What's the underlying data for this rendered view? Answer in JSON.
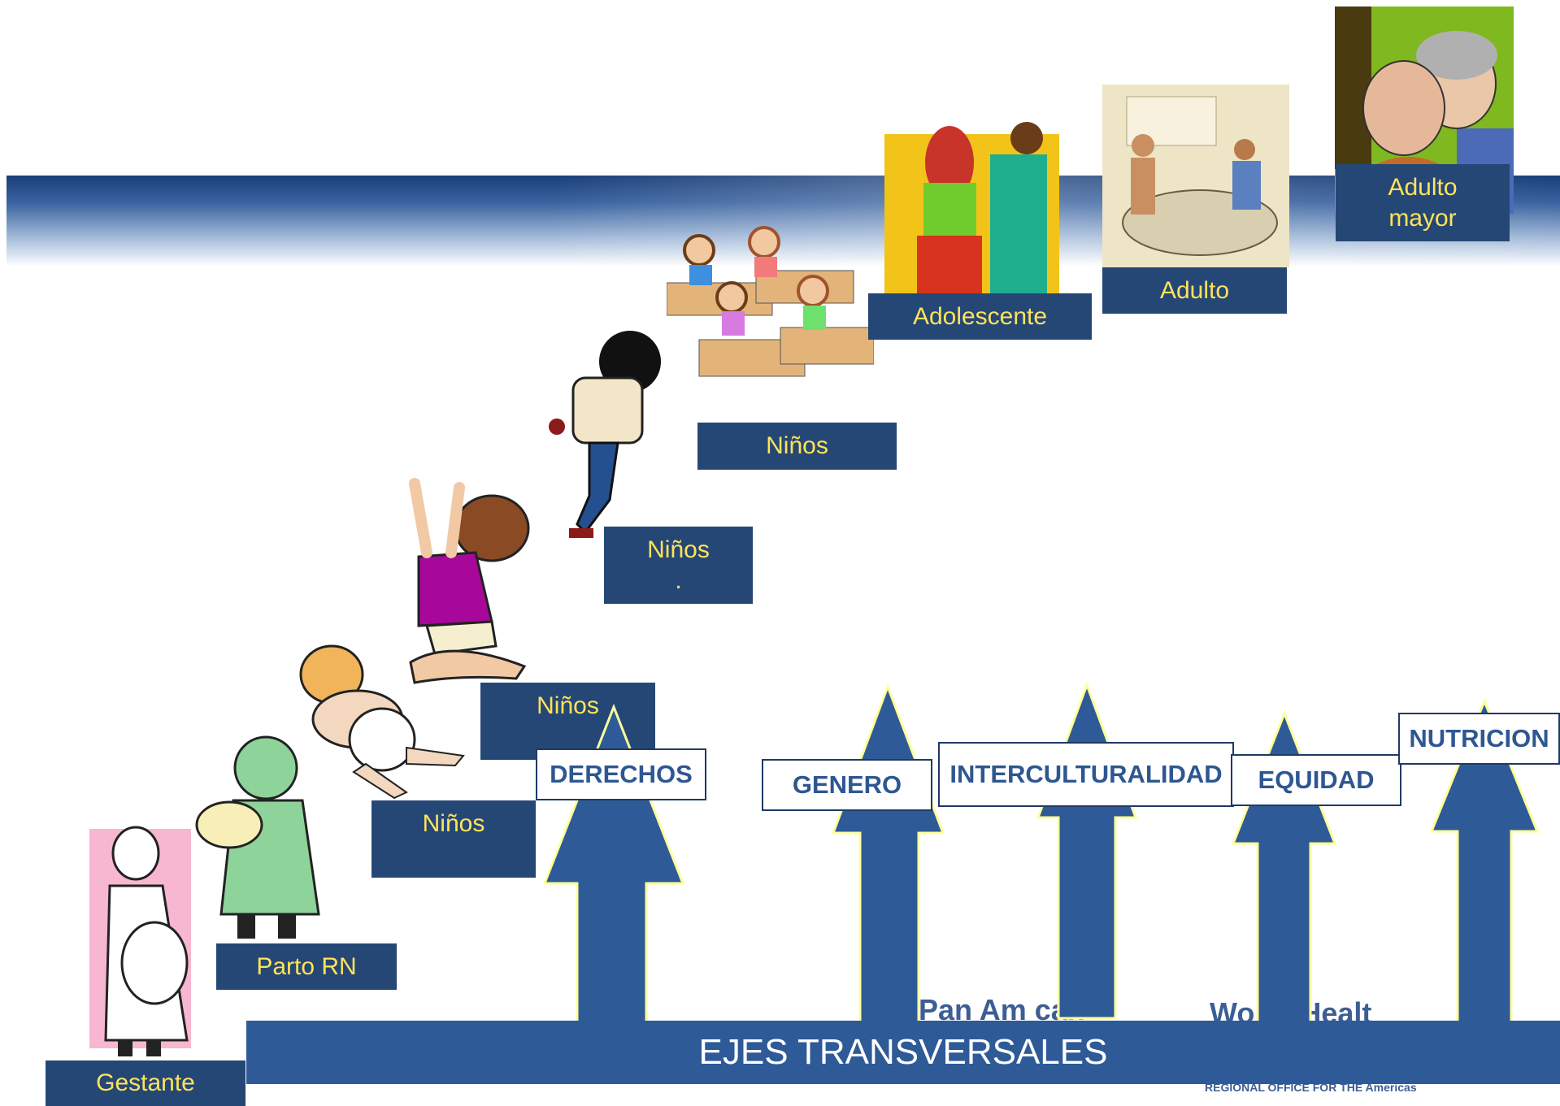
{
  "stages": [
    {
      "id": "gestante",
      "label": "Gestante"
    },
    {
      "id": "parto",
      "label": "Parto RN"
    },
    {
      "id": "ninos1",
      "label": "Niños"
    },
    {
      "id": "ninos2",
      "label": "Niños"
    },
    {
      "id": "ninos3",
      "label": "Niños",
      "sub": "."
    },
    {
      "id": "ninos4",
      "label": "Niños"
    },
    {
      "id": "adolescente",
      "label": "Adolescente"
    },
    {
      "id": "adulto",
      "label": "Adulto"
    },
    {
      "id": "adulto_mayor",
      "label": "Adulto mayor"
    }
  ],
  "axes": [
    {
      "id": "derechos",
      "label": "DERECHOS"
    },
    {
      "id": "genero",
      "label": "GENERO"
    },
    {
      "id": "interculturalidad",
      "label": "INTERCULTURALIDAD"
    },
    {
      "id": "equidad",
      "label": "EQUIDAD"
    },
    {
      "id": "nutricion",
      "label": "NUTRICION"
    }
  ],
  "base_label": "EJES TRANSVERSALES",
  "watermark": {
    "left": "Pan Am  can",
    "right": "World Healt",
    "sub": "REGIONAL OFFICE FOR THE Americas"
  },
  "colors": {
    "label_bg": "#254775",
    "label_text": "#ffe35a",
    "arrow": "#2e5a97",
    "arrow_outline": "#ffff99"
  }
}
